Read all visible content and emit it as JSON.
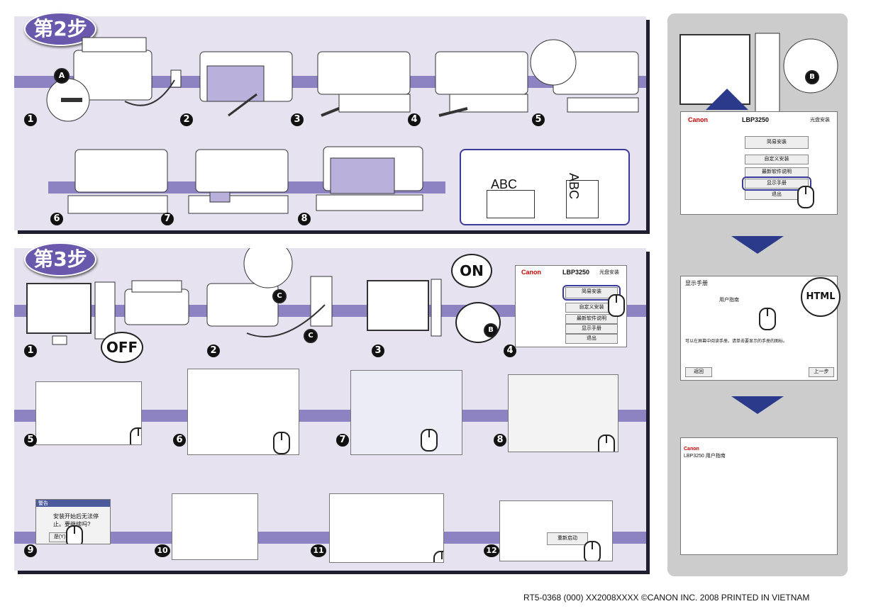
{
  "step2": {
    "title": "第2步",
    "labels": {
      "a": "A"
    },
    "numbers": [
      "1",
      "2",
      "3",
      "4",
      "5",
      "6",
      "7",
      "8"
    ],
    "paper_text_1": "ABC",
    "paper_text_2": "ABC"
  },
  "step3": {
    "title": "第3步",
    "off_label": "OFF",
    "on_label": "ON",
    "c_label": "C",
    "b_label": "B",
    "numbers": [
      "1",
      "2",
      "3",
      "4",
      "5",
      "6",
      "7",
      "8",
      "9",
      "10",
      "11",
      "12"
    ],
    "installer": {
      "brand": "Canon",
      "model": "LBP3250",
      "subtitle": "光盘安装",
      "buttons": [
        "简易安装",
        "自定义安装",
        "最新软件说明",
        "显示手册",
        "退出"
      ]
    },
    "warning": {
      "title": "警告",
      "message": "安装开始后无法停止。要继续吗?",
      "button": "是(Y)"
    },
    "final_button": "重新启动"
  },
  "right": {
    "installer": {
      "brand": "Canon",
      "model": "LBP3250",
      "subtitle": "光盘安装",
      "buttons": [
        "简易安装",
        "自定义安装",
        "最新软件说明",
        "显示手册",
        "退出"
      ]
    },
    "manual": {
      "title": "显示手册",
      "item": "用户指南",
      "prompt": "可以在屏幕中阅读手册。请单击要显示的手册的图标。",
      "back": "返回",
      "next": "上一步"
    },
    "html_label": "HTML",
    "b_label": "B",
    "guide": {
      "brand": "Canon",
      "model": "LBP3250 用户指南"
    }
  },
  "footer": "RT5-0368 (000)  XX2008XXXX    ©CANON INC. 2008  PRINTED IN VIETNAM"
}
